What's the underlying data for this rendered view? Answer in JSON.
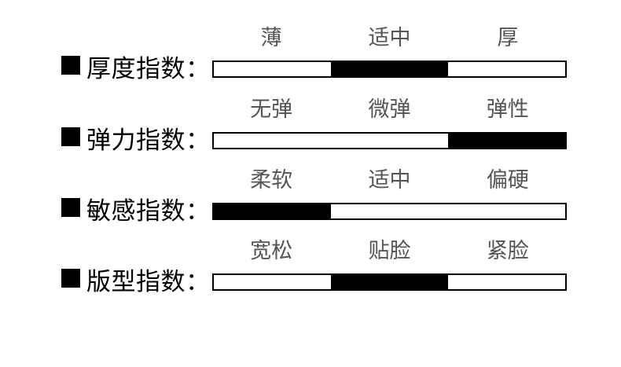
{
  "page": {
    "background_color": "#ffffff",
    "title_text_color": "#000000",
    "scale_label_color": "#555555",
    "bar_border_color": "#000000",
    "bar_fill_color": "#000000"
  },
  "punctuation": {
    "colon": "："
  },
  "chart_data": {
    "type": "bar",
    "title": "",
    "segments_per_bar": 3,
    "rows": [
      {
        "label": "厚度指数",
        "scale": [
          "薄",
          "适中",
          "厚"
        ],
        "value": "适中",
        "segment_index": 1
      },
      {
        "label": "弹力指数",
        "scale": [
          "无弹",
          "微弹",
          "弹性"
        ],
        "value": "弹性",
        "segment_index": 2
      },
      {
        "label": "敏感指数",
        "scale": [
          "柔软",
          "适中",
          "偏硬"
        ],
        "value": "柔软",
        "segment_index": 0
      },
      {
        "label": "版型指数",
        "scale": [
          "宽松",
          "贴脸",
          "紧脸"
        ],
        "value": "贴脸",
        "segment_index": 1
      }
    ]
  }
}
